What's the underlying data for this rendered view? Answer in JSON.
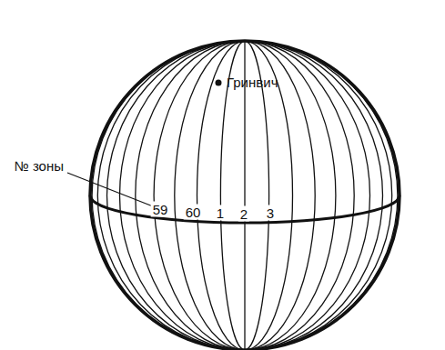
{
  "diagram": {
    "labels": [
      "Гринвич",
      "№ зоны",
      "59",
      "60",
      "1",
      "2",
      "3"
    ]
  }
}
